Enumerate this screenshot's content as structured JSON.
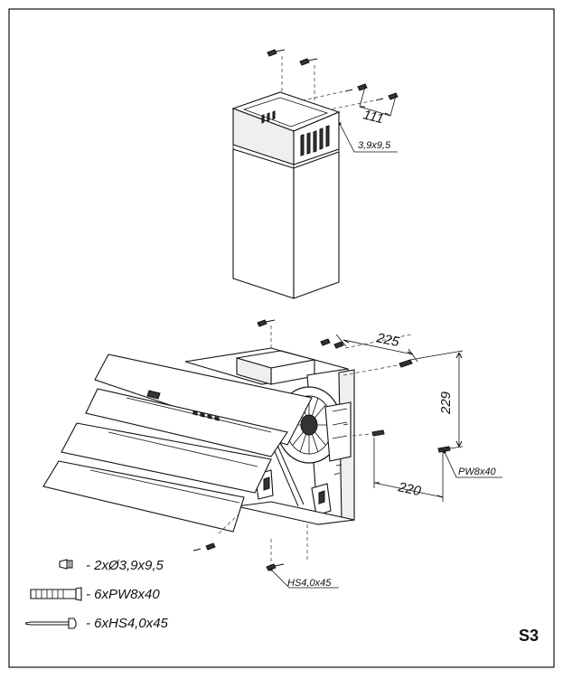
{
  "dimensions": {
    "d111": "111",
    "d225": "225",
    "d229": "229",
    "d220": "220"
  },
  "labels": {
    "screw_top": "3,9x9,5",
    "wall_plug": "PW8x40",
    "wood_screw": "HS4,0x45"
  },
  "legend": [
    {
      "icon": "small-screw-icon",
      "text": "- 2xØ3,9x9,5"
    },
    {
      "icon": "wall-plug-icon",
      "text": "- 6xPW8x40"
    },
    {
      "icon": "long-screw-icon",
      "text": "- 6xHS4,0x45"
    }
  ],
  "page_code": "S3"
}
